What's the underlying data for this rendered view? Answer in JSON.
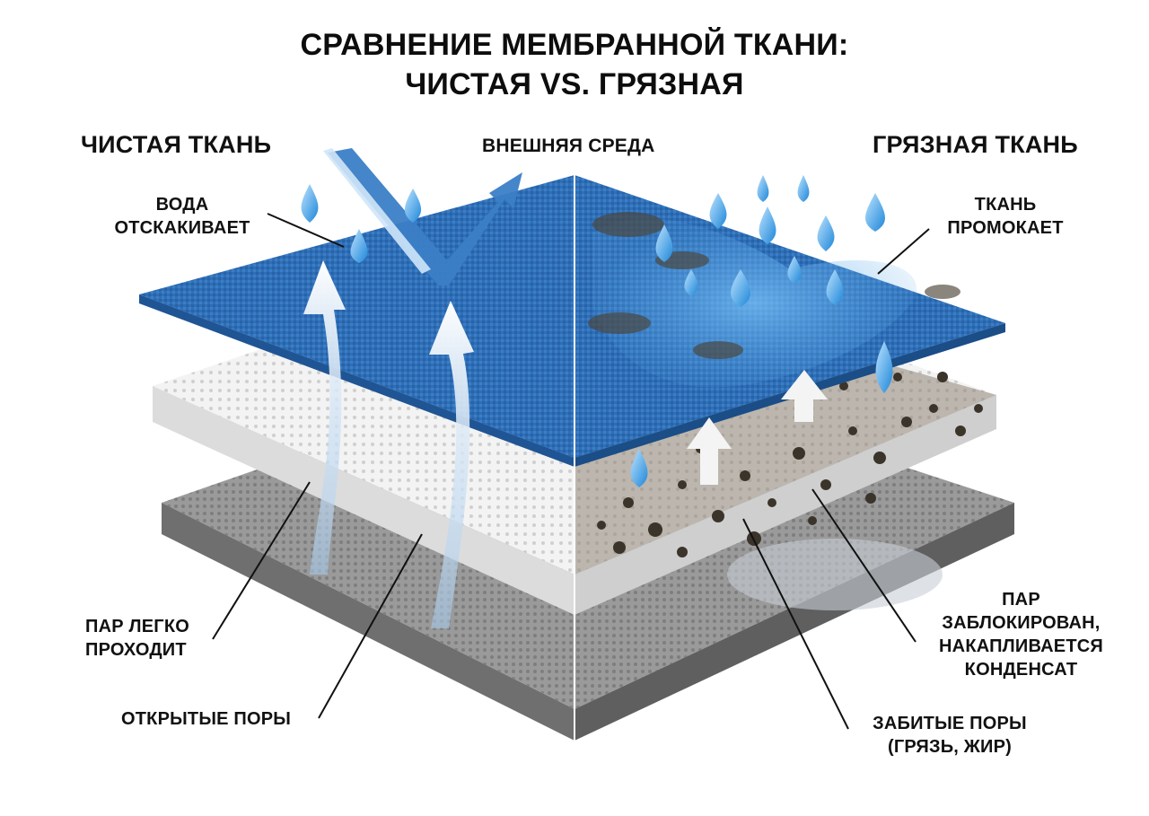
{
  "title": {
    "line1": "СРАВНЕНИЕ МЕМБРАННОЙ ТКАНИ:",
    "line2": "ЧИСТАЯ vs. ГРЯЗНАЯ"
  },
  "headings": {
    "clean": "ЧИСТАЯ ТКАНЬ",
    "environment": "ВНЕШНЯЯ СРЕДА",
    "dirty": "ГРЯЗНАЯ ТКАНЬ"
  },
  "callouts": {
    "water_bounces": {
      "line1": "ВОДА",
      "line2": "ОТСКАКИВАЕТ"
    },
    "vapor_passes": {
      "line1": "ПАР ЛЕГКО",
      "line2": "ПРОХОДИТ"
    },
    "open_pores": {
      "line1": "ОТКРЫТЫЕ ПОРЫ"
    },
    "fabric_soaks": {
      "line1": "ТКАНЬ",
      "line2": "ПРОМОКАЕТ"
    },
    "vapor_blocked": {
      "line1": "ПАР",
      "line2": "ЗАБЛОКИРОВАН,",
      "line3": "НАКАПЛИВАЕТСЯ",
      "line4": "КОНДЕНСАТ"
    },
    "clogged_pores": {
      "line1": "ЗАБИТЫЕ ПОРЫ",
      "line2": "(ГРЯЗЬ, ЖИР)"
    }
  },
  "colors": {
    "outer_fabric": "#2f6fb7",
    "membrane": "#f2f2f2",
    "lining": "#8f8f8f",
    "water": "#3a9fe6",
    "dirt": "#3b342b",
    "arrow": "#eef5fb"
  },
  "icons": {
    "water_drop": "water-drop-icon",
    "vapor_arrow": "vapor-up-arrow-icon",
    "bounce_arrow": "bounce-arrow-icon"
  }
}
